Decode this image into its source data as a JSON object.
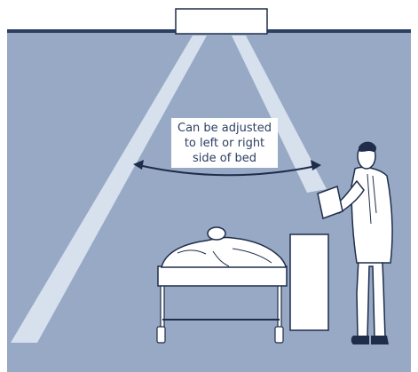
{
  "callout": {
    "lines": [
      "Can be adjusted",
      "to left or right",
      "side of bed"
    ]
  },
  "colors": {
    "wall": "#97a9c4",
    "ceiling_edge": "#2b3f63",
    "light_beam": "#d7e0ed",
    "outline": "#1f2d4a",
    "white": "#ffffff"
  }
}
